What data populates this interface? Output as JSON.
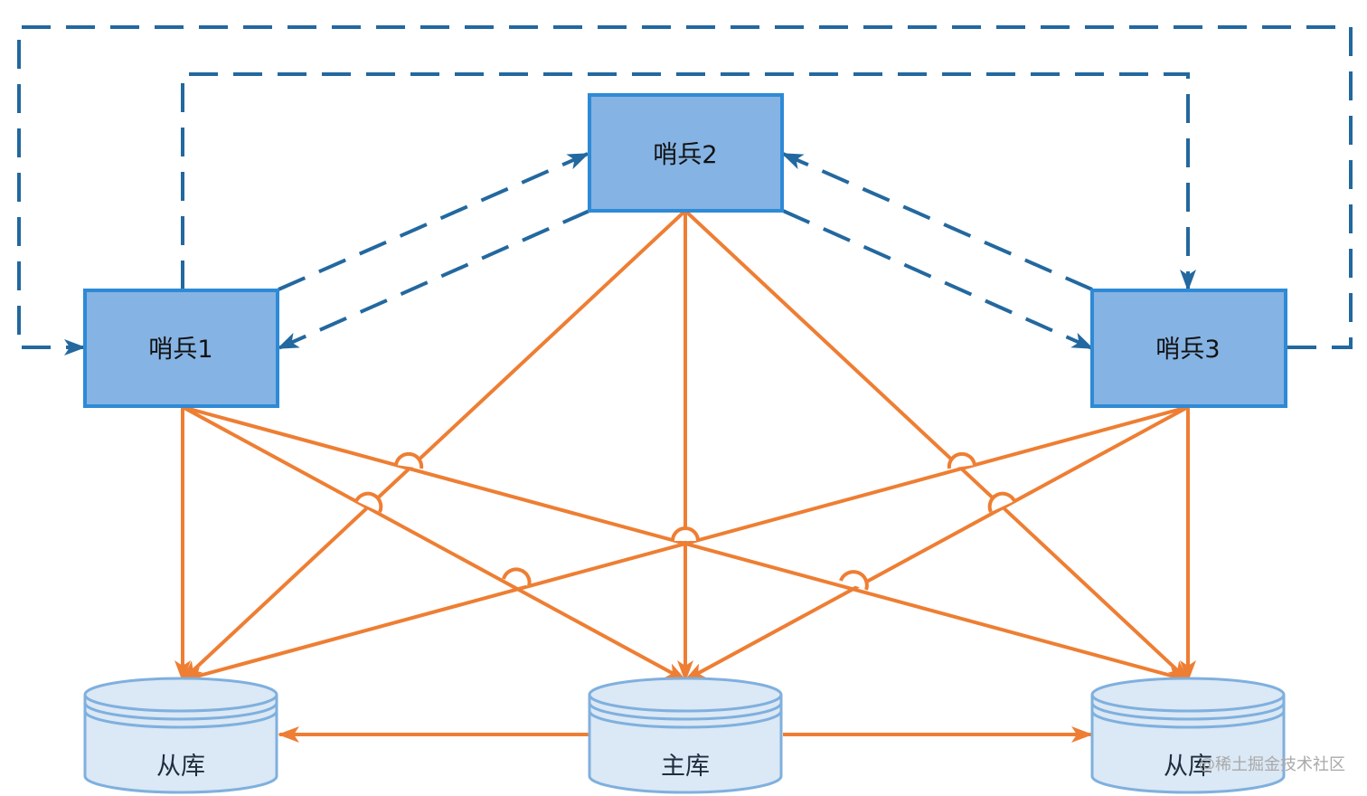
{
  "sentinels": [
    {
      "id": "s1",
      "label": "哨兵1"
    },
    {
      "id": "s2",
      "label": "哨兵2"
    },
    {
      "id": "s3",
      "label": "哨兵3"
    }
  ],
  "databases": [
    {
      "id": "slave-left",
      "label": "从库",
      "role": "replica"
    },
    {
      "id": "master",
      "label": "主库",
      "role": "master"
    },
    {
      "id": "slave-right",
      "label": "从库",
      "role": "replica"
    }
  ],
  "watermark": "@稀土掘金技术社区",
  "colors": {
    "sentinel_fill": "#85b3e3",
    "sentinel_stroke": "#2e8ad6",
    "sentinel_link": "#23689f",
    "monitor_link": "#ee7e33",
    "db_fill": "#dbe8f5",
    "db_stroke": "#7fb0de"
  }
}
